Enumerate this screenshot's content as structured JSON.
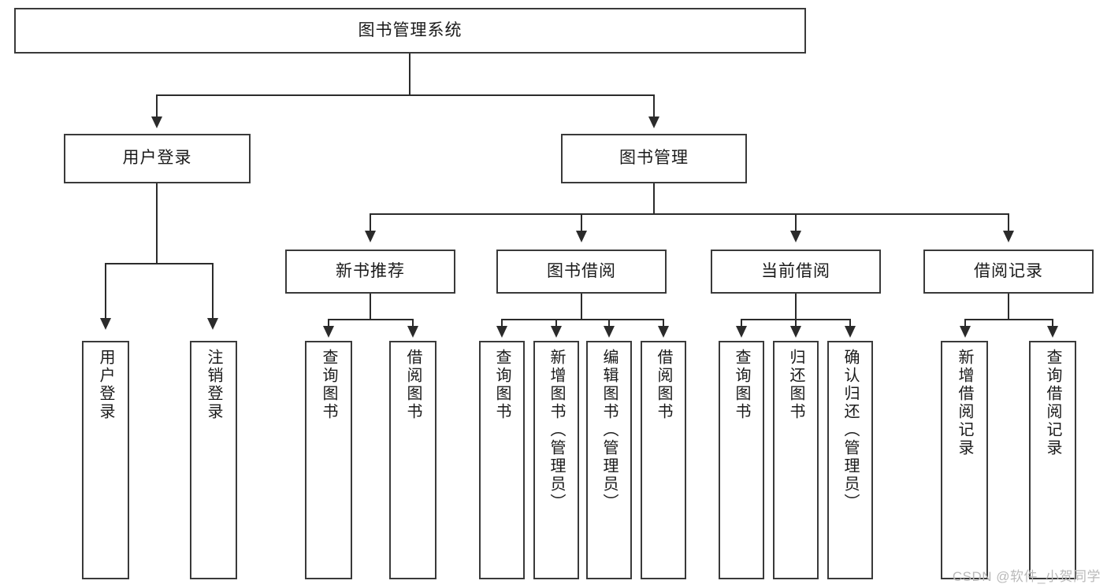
{
  "diagram": {
    "type": "tree-hierarchy-chart",
    "root": {
      "id": "root",
      "label": "图书管理系统"
    },
    "level2": [
      {
        "id": "user-login",
        "label": "用户登录"
      },
      {
        "id": "book-manage",
        "label": "图书管理"
      }
    ],
    "level3": [
      {
        "id": "new-book-recommend",
        "label": "新书推荐",
        "parent": "book-manage"
      },
      {
        "id": "book-borrow",
        "label": "图书借阅",
        "parent": "book-manage"
      },
      {
        "id": "current-borrow",
        "label": "当前借阅",
        "parent": "book-manage"
      },
      {
        "id": "borrow-record",
        "label": "借阅记录",
        "parent": "book-manage"
      }
    ],
    "leaves": {
      "user_login": [
        {
          "id": "leaf-user-login",
          "label": "用户登录"
        },
        {
          "id": "leaf-logout-login",
          "label": "注销登录"
        }
      ],
      "new_book_recommend": [
        {
          "id": "leaf-query-book-1",
          "label": "查询图书"
        },
        {
          "id": "leaf-borrow-book-1",
          "label": "借阅图书"
        }
      ],
      "book_borrow": [
        {
          "id": "leaf-query-book-2",
          "label": "查询图书"
        },
        {
          "id": "leaf-add-book",
          "label": "新增图书（管理员）"
        },
        {
          "id": "leaf-edit-book",
          "label": "编辑图书（管理员）"
        },
        {
          "id": "leaf-borrow-book-2",
          "label": "借阅图书"
        }
      ],
      "current_borrow": [
        {
          "id": "leaf-query-book-3",
          "label": "查询图书"
        },
        {
          "id": "leaf-return-book",
          "label": "归还图书"
        },
        {
          "id": "leaf-confirm-return",
          "label": "确认归还（管理员）"
        }
      ],
      "borrow_record": [
        {
          "id": "leaf-add-record",
          "label": "新增借阅记录"
        },
        {
          "id": "leaf-query-record",
          "label": "查询借阅记录"
        }
      ]
    }
  },
  "watermark": {
    "text": "CSDN @软件_小贺同学"
  },
  "colors": {
    "box_border": "#3a3a3a",
    "line": "#2b2b2b",
    "text": "#1a1a1a",
    "background": "#ffffff",
    "watermark": "#b9b9b9"
  }
}
